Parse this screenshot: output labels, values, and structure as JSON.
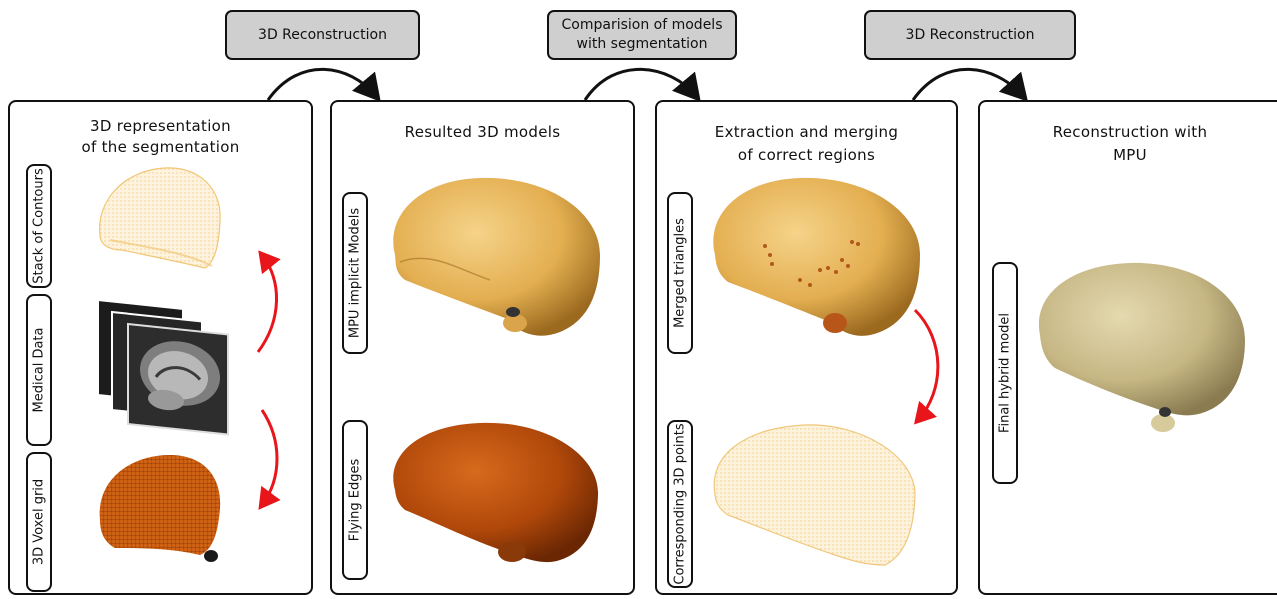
{
  "top_steps": [
    {
      "label": "3D Reconstruction"
    },
    {
      "label_line1": "Comparision of models",
      "label_line2": "with segmentation"
    },
    {
      "label": "3D Reconstruction"
    }
  ],
  "panels": [
    {
      "title_line1": "3D representation",
      "title_line2": "of the segmentation",
      "side_labels": [
        "Stack of Contours",
        "Medical Data",
        "3D Voxel grid"
      ]
    },
    {
      "title_line1": "Resulted 3D models",
      "side_labels": [
        "MPU implicit Models",
        "Flying Edges"
      ]
    },
    {
      "title_line1": "Extraction and merging",
      "title_line2": "of correct regions",
      "side_labels": [
        "Merged triangles",
        "Corresponding 3D points"
      ]
    },
    {
      "title_line1": "Reconstruction with",
      "title_line2": "MPU",
      "side_labels": [
        "Final hybrid model"
      ]
    }
  ],
  "colors": {
    "gold_model": "#e7b65a",
    "orange_model": "#b9520c",
    "beige_model": "#c9bb8a",
    "light_points": "#f6d79a",
    "red_arrow": "#e8161b",
    "box_gray": "#cfcfcf"
  }
}
